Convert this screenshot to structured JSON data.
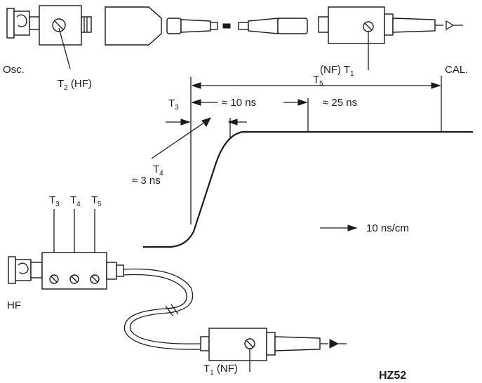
{
  "labels": {
    "osc": "Osc.",
    "t2_main": "T",
    "t2_sub": "2",
    "t2_suffix": " (HF)",
    "nf_t1_prefix": "(NF) T",
    "nf_t1_sub": "1",
    "cal": "CAL.",
    "t5_main": "T",
    "t5_sub": "5",
    "t3_main": "T",
    "t3_sub": "3",
    "approx_10ns": "≈ 10 ns",
    "approx_25ns": "≈ 25 ns",
    "t4_main": "T",
    "t4_sub": "4",
    "approx_3ns": "≈ 3 ns",
    "timebase": "10 ns/cm",
    "hf_t3_main": "T",
    "hf_t3_sub": "3",
    "hf_t4_main": "T",
    "hf_t4_sub": "4",
    "hf_t5_main": "T",
    "hf_t5_sub": "5",
    "hf": "HF",
    "t1_main": "T",
    "t1_sub": "1",
    "t1_suffix": " (NF)",
    "model": "HZ52"
  }
}
